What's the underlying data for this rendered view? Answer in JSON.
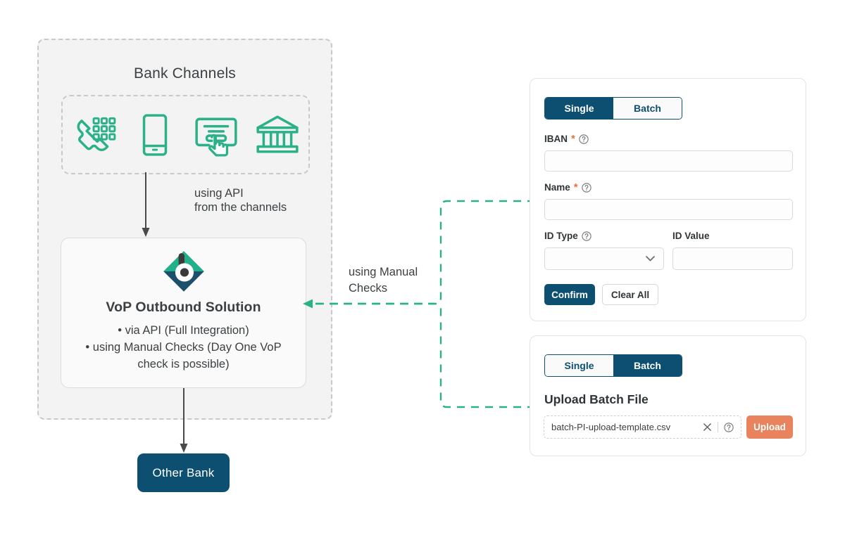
{
  "diagram": {
    "bank_region": {
      "title": "Bank Channels",
      "channels": [
        {
          "icon": "phone-keypad-icon",
          "name": "phone-channel"
        },
        {
          "icon": "mobile-phone-icon",
          "name": "mobile-channel"
        },
        {
          "icon": "atm-terminal-icon",
          "name": "atm-channel"
        },
        {
          "icon": "bank-building-icon",
          "name": "branch-channel"
        }
      ]
    },
    "api_arrow_label": "using API\nfrom the channels",
    "vop_card": {
      "logo": "vop-brand-logo",
      "title": "VoP Outbound Solution",
      "bullets": [
        "via API (Full Integration)",
        "using Manual Checks (Day One VoP check is possible)"
      ]
    },
    "manual_connector_label": "using Manual\nChecks",
    "other_bank_label": "Other Bank"
  },
  "single_panel": {
    "tabs": [
      {
        "label": "Single",
        "active": true
      },
      {
        "label": "Batch",
        "active": false
      }
    ],
    "fields": {
      "iban": {
        "label": "IBAN",
        "required": true,
        "value": "",
        "placeholder": ""
      },
      "name": {
        "label": "Name",
        "required": true,
        "value": "",
        "placeholder": ""
      },
      "id_type": {
        "label": "ID Type",
        "required": false,
        "value": "",
        "placeholder": ""
      },
      "id_value": {
        "label": "ID Value",
        "required": false,
        "value": "",
        "placeholder": ""
      }
    },
    "buttons": {
      "confirm": "Confirm",
      "clear_all": "Clear All"
    }
  },
  "batch_panel": {
    "tabs": [
      {
        "label": "Single",
        "active": false
      },
      {
        "label": "Batch",
        "active": true
      }
    ],
    "upload_title": "Upload Batch File",
    "file_name": "batch-PI-upload-template.csv",
    "upload_button": "Upload"
  },
  "colors": {
    "brand_navy": "#0d4f70",
    "brand_teal": "#2bb188",
    "accent_orange": "#e8835e",
    "required_star": "#e8743b",
    "region_bg": "#f3f3f3",
    "dashed_gray": "#c9c9c9"
  }
}
